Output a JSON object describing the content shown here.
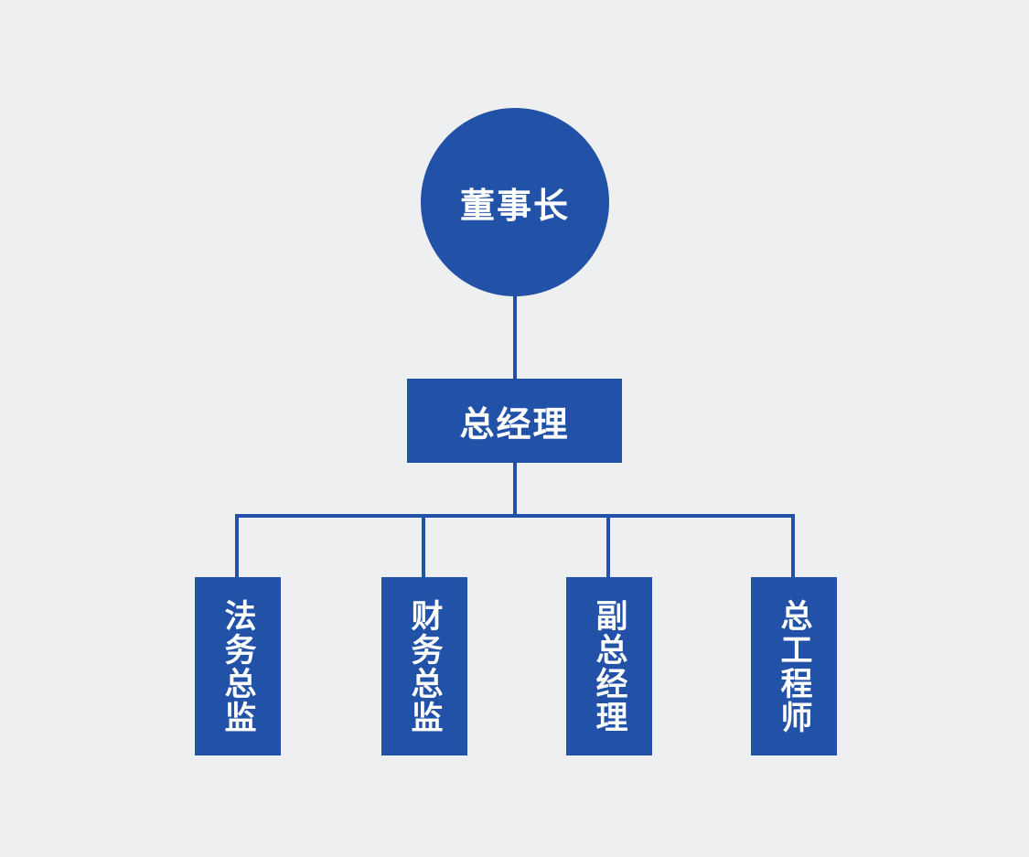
{
  "colors": {
    "accent": "#2251a8",
    "background": "#eeeff0",
    "node_text": "#ffffff"
  },
  "org_chart": {
    "type": "org-chart",
    "root": {
      "label": "董事长",
      "shape": "circle"
    },
    "level2": {
      "label": "总经理",
      "shape": "rectangle",
      "reports_to": "董事长"
    },
    "level3": [
      {
        "label": "法务总监",
        "shape": "vertical-rectangle",
        "reports_to": "总经理"
      },
      {
        "label": "财务总监",
        "shape": "vertical-rectangle",
        "reports_to": "总经理"
      },
      {
        "label": "副总经理",
        "shape": "vertical-rectangle",
        "reports_to": "总经理"
      },
      {
        "label": "总工程师",
        "shape": "vertical-rectangle",
        "reports_to": "总经理"
      }
    ]
  }
}
